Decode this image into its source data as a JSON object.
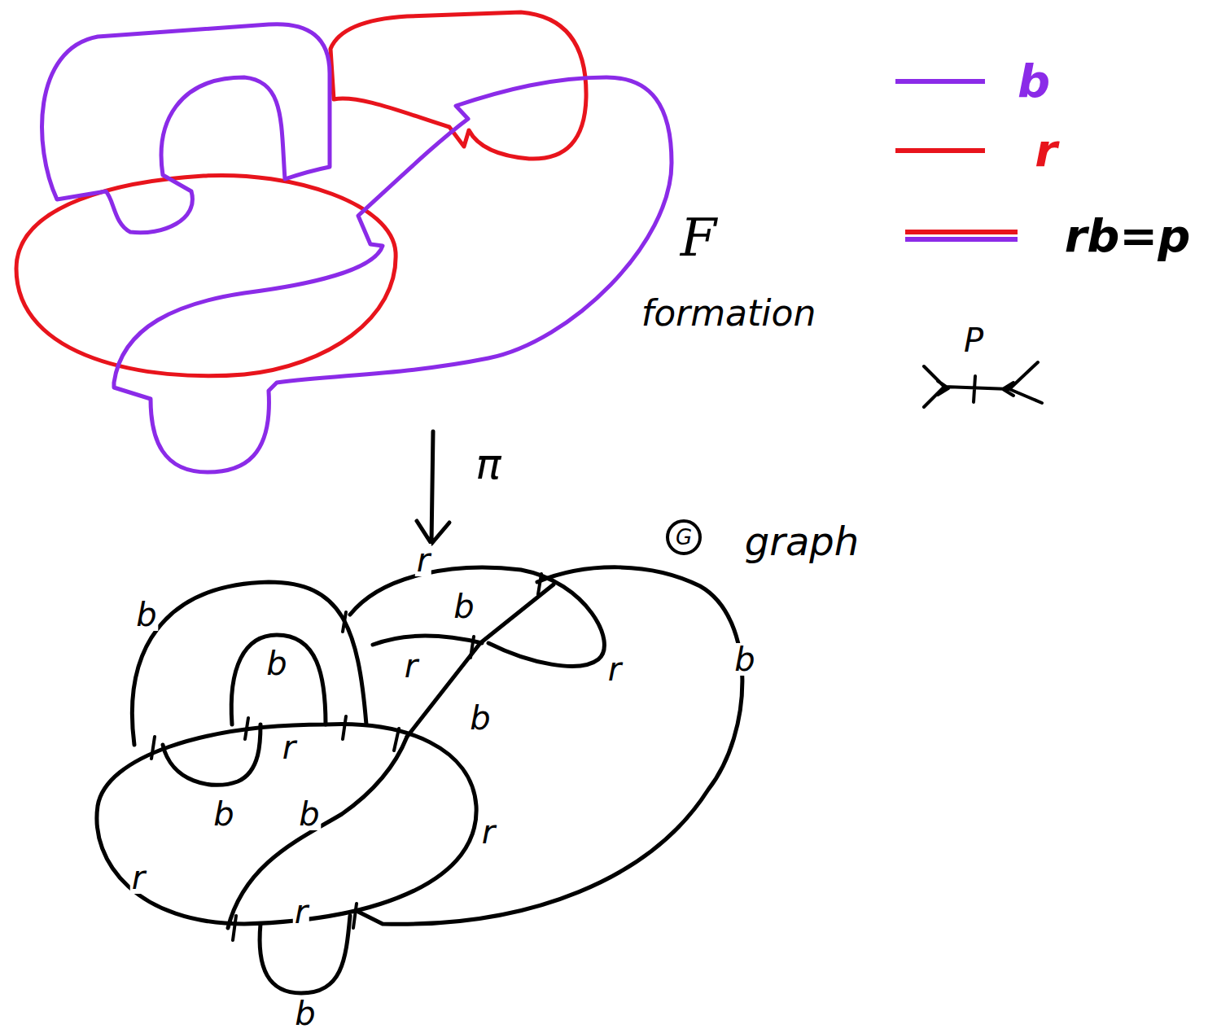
{
  "diagram": {
    "labels": [
      "F",
      "formation",
      "P",
      "π",
      "G",
      "graph",
      "r",
      "b",
      "b",
      "b",
      "r",
      "r",
      "b",
      "r",
      "b",
      "b",
      "b",
      "r",
      "r",
      "r",
      "b"
    ],
    "legend": [
      {
        "text": "b",
        "color": "#8b2be8"
      },
      {
        "text": "r",
        "color": "#e8141c"
      },
      {
        "text": "rb=p"
      }
    ]
  }
}
